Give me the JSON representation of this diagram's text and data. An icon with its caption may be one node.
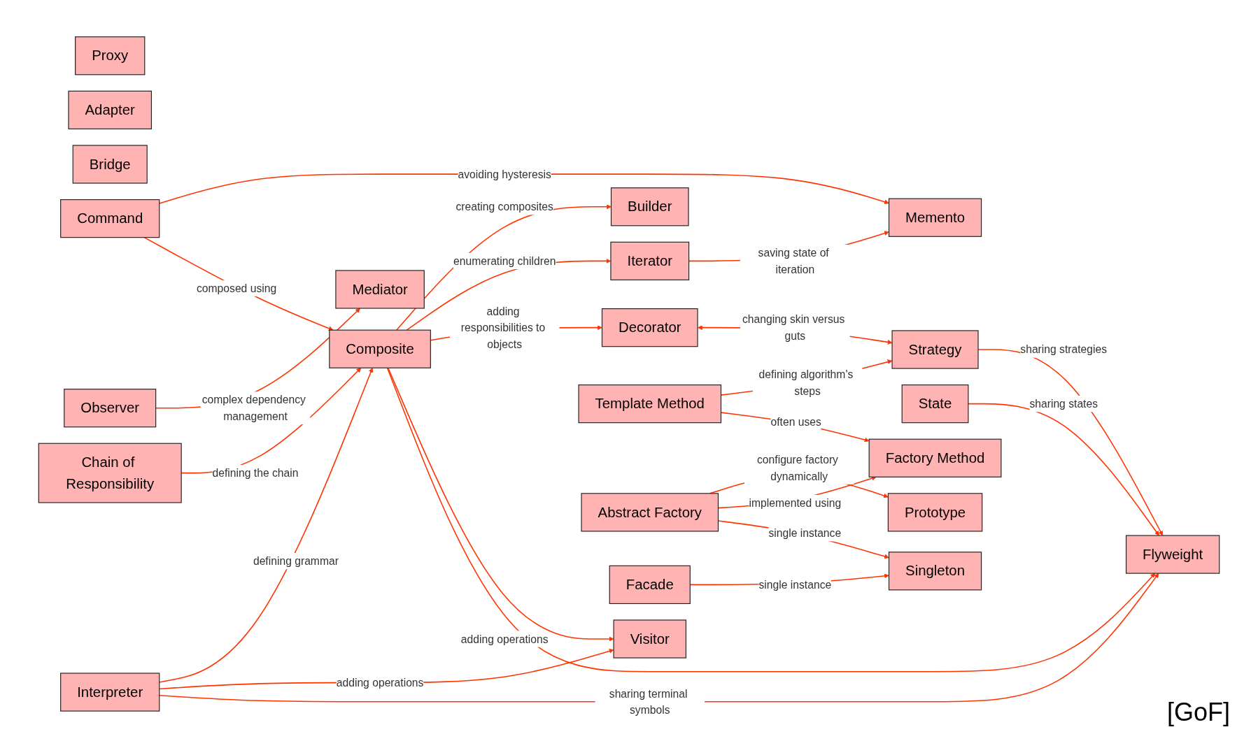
{
  "diagram": {
    "nodes": [
      {
        "text": [
          "Builder"
        ]
      },
      {
        "text": [
          "Memento"
        ]
      },
      {
        "text": [
          "Proxy"
        ]
      },
      {
        "text": [
          "Adapter"
        ]
      },
      {
        "text": [
          "Iterator"
        ]
      },
      {
        "text": [
          "Bridge"
        ]
      },
      {
        "text": [
          "Command"
        ]
      },
      {
        "text": [
          "Chain of Responsibility"
        ]
      },
      {
        "text": [
          "Decorator"
        ]
      },
      {
        "text": [
          "Composite"
        ]
      },
      {
        "text": [
          "Visitor"
        ]
      },
      {
        "text": [
          "Flyweight"
        ]
      },
      {
        "text": [
          "Interpreter"
        ]
      },
      {
        "text": [
          "Mediator"
        ]
      },
      {
        "text": [
          "Strategy"
        ]
      },
      {
        "text": [
          "State"
        ]
      },
      {
        "text": [
          "Observer"
        ]
      },
      {
        "text": [
          "Template Method"
        ]
      },
      {
        "text": [
          "Factory Method"
        ]
      },
      {
        "text": [
          "Prototype"
        ]
      },
      {
        "text": [
          "Abstract Factory"
        ]
      },
      {
        "text": [
          "Singleton"
        ]
      },
      {
        "text": [
          "Facade"
        ]
      }
    ],
    "edges": [
      {
        "from": 4,
        "to": 1,
        "arrow": "to",
        "label": "saving state of iteration"
      },
      {
        "from": 9,
        "to": 0,
        "arrow": "to",
        "label": "creating composites"
      },
      {
        "from": 9,
        "to": 4,
        "arrow": "to",
        "label": "enumerating children"
      },
      {
        "from": 9,
        "to": 8,
        "arrow": "to",
        "label": "adding responsibilities to objects"
      },
      {
        "from": 6,
        "to": 1,
        "arrow": "to",
        "label": "avoiding hysteresis"
      },
      {
        "from": 6,
        "to": 9,
        "arrow": "to",
        "label": "composed using"
      },
      {
        "from": 7,
        "to": 9,
        "arrow": "to",
        "label": "defining the chain"
      },
      {
        "from": 9,
        "to": 10,
        "arrow": "to",
        "label": "adding operations"
      },
      {
        "from": 9,
        "to": 11,
        "arrow": "to"
      },
      {
        "from": 12,
        "to": 9,
        "arrow": "to",
        "label": "defining grammar"
      },
      {
        "from": 12,
        "to": 10,
        "arrow": "to",
        "label": "adding operations"
      },
      {
        "from": 8,
        "to": 14,
        "arrow": "both",
        "label": "changing skin versus guts"
      },
      {
        "from": 14,
        "to": 11,
        "arrow": "to",
        "label": "sharing strategies"
      },
      {
        "from": 15,
        "to": 11,
        "arrow": "to",
        "label": "sharing states"
      },
      {
        "from": 12,
        "to": 11,
        "arrow": "to",
        "label": "sharing terminal symbols"
      },
      {
        "from": 16,
        "to": 13,
        "arrow": "to",
        "label": "complex dependency management"
      },
      {
        "from": 17,
        "to": 14,
        "arrow": "to",
        "label": "defining algorithm's steps"
      },
      {
        "from": 17,
        "to": 18,
        "arrow": "to",
        "label": "often uses"
      },
      {
        "from": 20,
        "to": 19,
        "arrow": "to",
        "label": "configure factory dynamically"
      },
      {
        "from": 20,
        "to": 18,
        "arrow": "to",
        "label": "implemented using"
      },
      {
        "from": 20,
        "to": 21,
        "arrow": "to",
        "label": "single instance"
      },
      {
        "from": 22,
        "to": 21,
        "arrow": "to",
        "label": "single instance"
      }
    ],
    "labels": [
      "[GoF]"
    ]
  }
}
